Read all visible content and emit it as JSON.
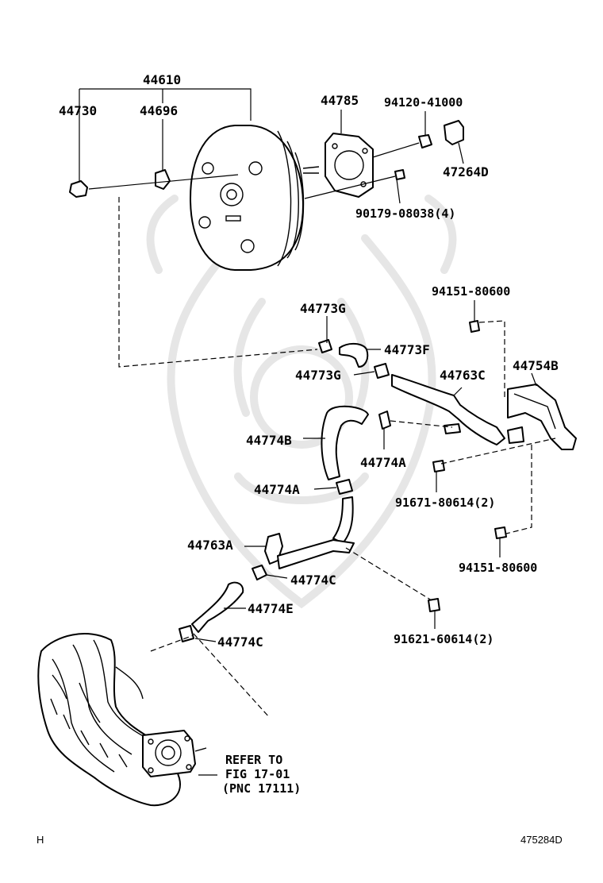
{
  "labels": {
    "l44610": "44610",
    "l44730": "44730",
    "l44696": "44696",
    "l44785": "44785",
    "l94120_41000": "94120-41000",
    "l47264D": "47264D",
    "l90179_08038": "90179-08038(4)",
    "l94151_80600_top": "94151-80600",
    "l44773G_top": "44773G",
    "l44773F": "44773F",
    "l44773G_bottom": "44773G",
    "l44763C": "44763C",
    "l44754B": "44754B",
    "l44774B": "44774B",
    "l44774A_right": "44774A",
    "l44774A_left": "44774A",
    "l91671_80614": "91671-80614(2)",
    "l94151_80600_bottom": "94151-80600",
    "l44763A": "44763A",
    "l44774C_top": "44774C",
    "l44774E": "44774E",
    "l91621_60614": "91621-60614(2)",
    "l44774C_bottom": "44774C"
  },
  "refer": {
    "line1": "REFER TO",
    "line2": "FIG 17-01",
    "line3": "(PNC 17111)"
  },
  "footer": {
    "left_mark": "H",
    "drawing_number": "475284D"
  }
}
